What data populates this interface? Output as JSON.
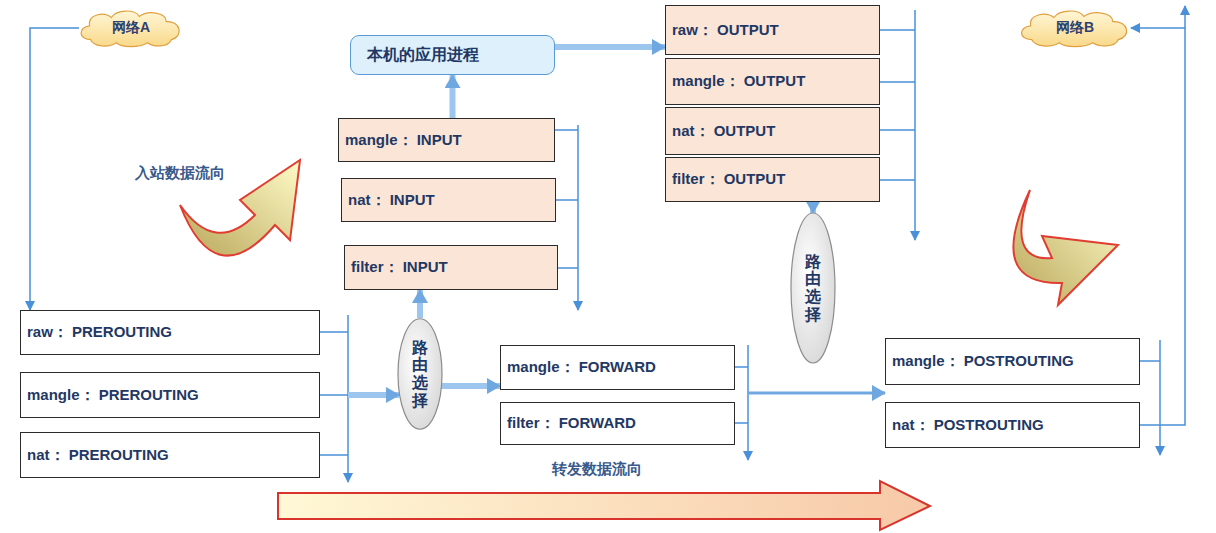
{
  "diagram": {
    "nodes": [
      {
        "text": [
          "网络A"
        ]
      },
      {
        "text": [
          "本机的应用进程"
        ]
      },
      {
        "text": [
          "raw： OUTPUT"
        ]
      },
      {
        "text": [
          "mangle： OUTPUT"
        ]
      },
      {
        "text": [
          "nat： OUTPUT"
        ]
      },
      {
        "text": [
          "filter： OUTPUT"
        ]
      },
      {
        "text": [
          "网络B"
        ]
      },
      {
        "text": [
          "mangle： INPUT"
        ]
      },
      {
        "text": [
          "nat： INPUT"
        ]
      },
      {
        "text": [
          "filter： INPUT"
        ]
      },
      {
        "text": [
          "路由选择"
        ]
      },
      {
        "text": [
          "raw： PREROUTING"
        ]
      },
      {
        "text": [
          "mangle： PREROUTING"
        ]
      },
      {
        "text": [
          "nat： PREROUTING"
        ]
      },
      {
        "text": [
          "路由选择"
        ]
      },
      {
        "text": [
          "mangle： FORWARD"
        ]
      },
      {
        "text": [
          "filter： FORWARD"
        ]
      },
      {
        "text": [
          "mangle： POSTROUTING"
        ]
      },
      {
        "text": [
          "nat： POSTROUTING"
        ]
      }
    ],
    "edges": [
      {
        "from": 0,
        "to": 11,
        "arrow": "to"
      },
      {
        "from": 12,
        "to": 14,
        "arrow": "to"
      },
      {
        "from": 14,
        "to": 9,
        "arrow": "to"
      },
      {
        "from": 14,
        "to": 15,
        "arrow": "to"
      },
      {
        "from": 15,
        "to": 17,
        "arrow": "to"
      },
      {
        "from": 7,
        "to": 1,
        "arrow": "to"
      },
      {
        "from": 1,
        "to": 2,
        "arrow": "to"
      },
      {
        "from": 5,
        "to": 10,
        "arrow": "to"
      },
      {
        "from": 18,
        "to": 6,
        "arrow": "to"
      }
    ],
    "labels": [
      "入站数据流向",
      "转发数据流向"
    ]
  }
}
